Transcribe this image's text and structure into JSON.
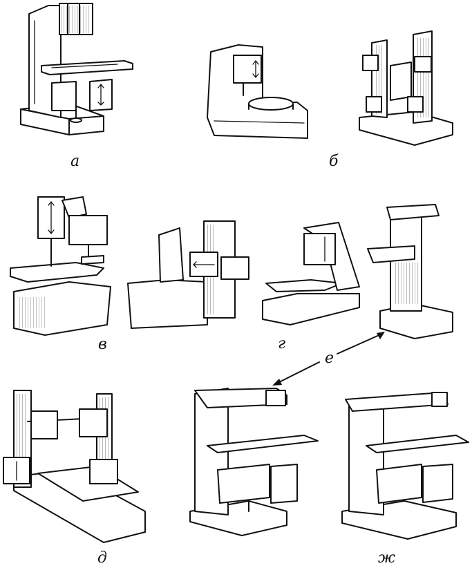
{
  "figure": {
    "labels": {
      "a": "а",
      "b": "б",
      "v": "в",
      "g": "г",
      "d": "д",
      "e": "е",
      "zh": "ж"
    }
  }
}
